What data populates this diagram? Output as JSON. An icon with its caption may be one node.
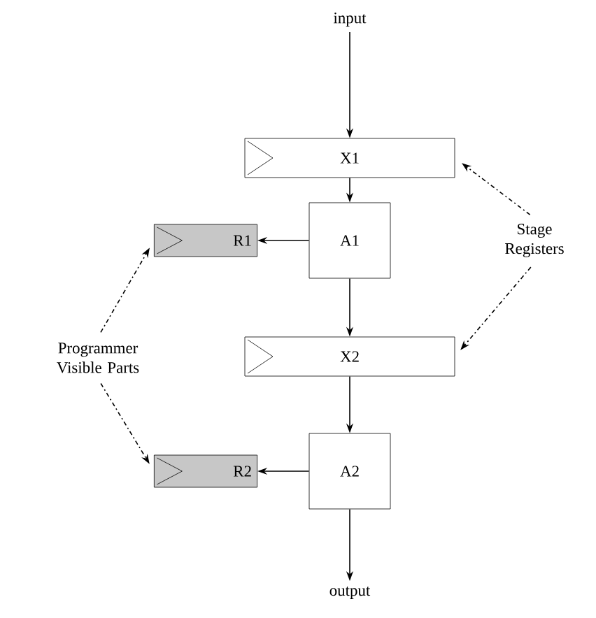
{
  "diagram": {
    "nodes": [
      {
        "text": [
          "input"
        ]
      },
      {
        "text": [
          "X1"
        ]
      },
      {
        "text": [
          "R1"
        ]
      },
      {
        "text": [
          "A1"
        ]
      },
      {
        "text": [
          "Stage Registers"
        ]
      },
      {
        "text": [
          "Programmer Visible Parts"
        ]
      },
      {
        "text": [
          "X2"
        ]
      },
      {
        "text": [
          "R2"
        ]
      },
      {
        "text": [
          "A2"
        ]
      },
      {
        "text": [
          "output"
        ]
      }
    ],
    "edges": [
      {
        "from": 0,
        "to": 1,
        "arrow": "to"
      },
      {
        "from": 1,
        "to": 3,
        "arrow": "to"
      },
      {
        "from": 3,
        "to": 2,
        "arrow": "to"
      },
      {
        "from": 3,
        "to": 6,
        "arrow": "to"
      },
      {
        "from": 6,
        "to": 8,
        "arrow": "to"
      },
      {
        "from": 8,
        "to": 7,
        "arrow": "to"
      },
      {
        "from": 8,
        "to": 9,
        "arrow": "to"
      },
      {
        "from": 4,
        "to": 1,
        "arrow": "to",
        "style": "dashed"
      },
      {
        "from": 4,
        "to": 6,
        "arrow": "to",
        "style": "dashed"
      },
      {
        "from": 5,
        "to": 2,
        "arrow": "to",
        "style": "dashed"
      },
      {
        "from": 5,
        "to": 7,
        "arrow": "to",
        "style": "dashed"
      }
    ]
  }
}
